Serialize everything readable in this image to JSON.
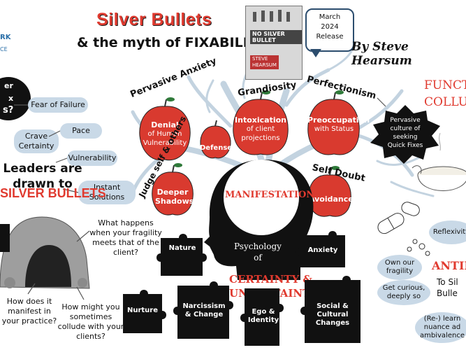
{
  "header": {
    "title": "Silver Bullets",
    "subtitle": "& the myth of FIXABILITY",
    "author": "By Steve Hearsum",
    "release_note": [
      "March",
      "2024",
      "Release"
    ],
    "brand_fragment": "RK",
    "brand_fragment_2": "CE"
  },
  "book": {
    "title": "NO SILVER BULLET",
    "author_line1": "STEVE",
    "author_line2": "HEARSUM"
  },
  "left_bubble": {
    "fragment1": "er",
    "fragment2": "x",
    "fragment3": "s?"
  },
  "drivers": [
    {
      "label": "Fear of Failure"
    },
    {
      "label": "Pace"
    },
    {
      "label": "Crave Certainty"
    },
    {
      "label": "Vulnerability"
    },
    {
      "label": "Instant Solutions"
    }
  ],
  "leaders_text": "Leaders are drawn to",
  "silver_bullets_text": "SILVER BULLETS",
  "apples": {
    "pervasive_anxiety": {
      "curved": "Pervasive Anxiety",
      "title": "Denial",
      "sub": "of Human Vulnerability"
    },
    "defense": {
      "title": "Defense"
    },
    "grandiosity": {
      "curved": "Grandiosity",
      "title": "Intoxication",
      "sub": "of client projections"
    },
    "perfectionism": {
      "curved": "Perfectionism",
      "title": "Preoccupation",
      "sub": "with Status"
    },
    "judge": {
      "curved": "Judge self & others",
      "title": "Deeper Shadows"
    },
    "self_doubt": {
      "curved": "Self Doubt",
      "title": "Avoidance"
    }
  },
  "head": {
    "manifestation": "MANIFESTATION",
    "psychology": "Psychology of",
    "certainty": "CERTAINTY &",
    "uncertainty": "UNCERTAINTY"
  },
  "puzzle": {
    "nature": "Nature",
    "nurture": "Nurture",
    "narcissism": "Narcissism & Change",
    "ego": "Ego & Identity",
    "anxiety": "Anxiety",
    "social": "Social & Cultural Changes"
  },
  "questions": {
    "fragility": "What happens when your fragility meets that of the client?",
    "manifest": "How does it manifest in your practice?",
    "collude": "How might you sometimes collude with your clients?"
  },
  "right": {
    "func1": "FUNCTIO",
    "func2": "COLLUT",
    "burst": "Pervasive culture of seeking Quick Fixes",
    "antidote": "ANTIDO",
    "antidote2a": "To Sil",
    "antidote2b": "Bulle",
    "reflexivity": "Reflexivity",
    "own": "Own our fragility",
    "curious": "Get curious, deeply so",
    "relearn": "(Re-) learn nuance ad ambivalence"
  },
  "colors": {
    "accent": "#e03a2f",
    "pill": "#c9d9e7",
    "tree": "#c3d3e0",
    "ink": "#111111"
  }
}
